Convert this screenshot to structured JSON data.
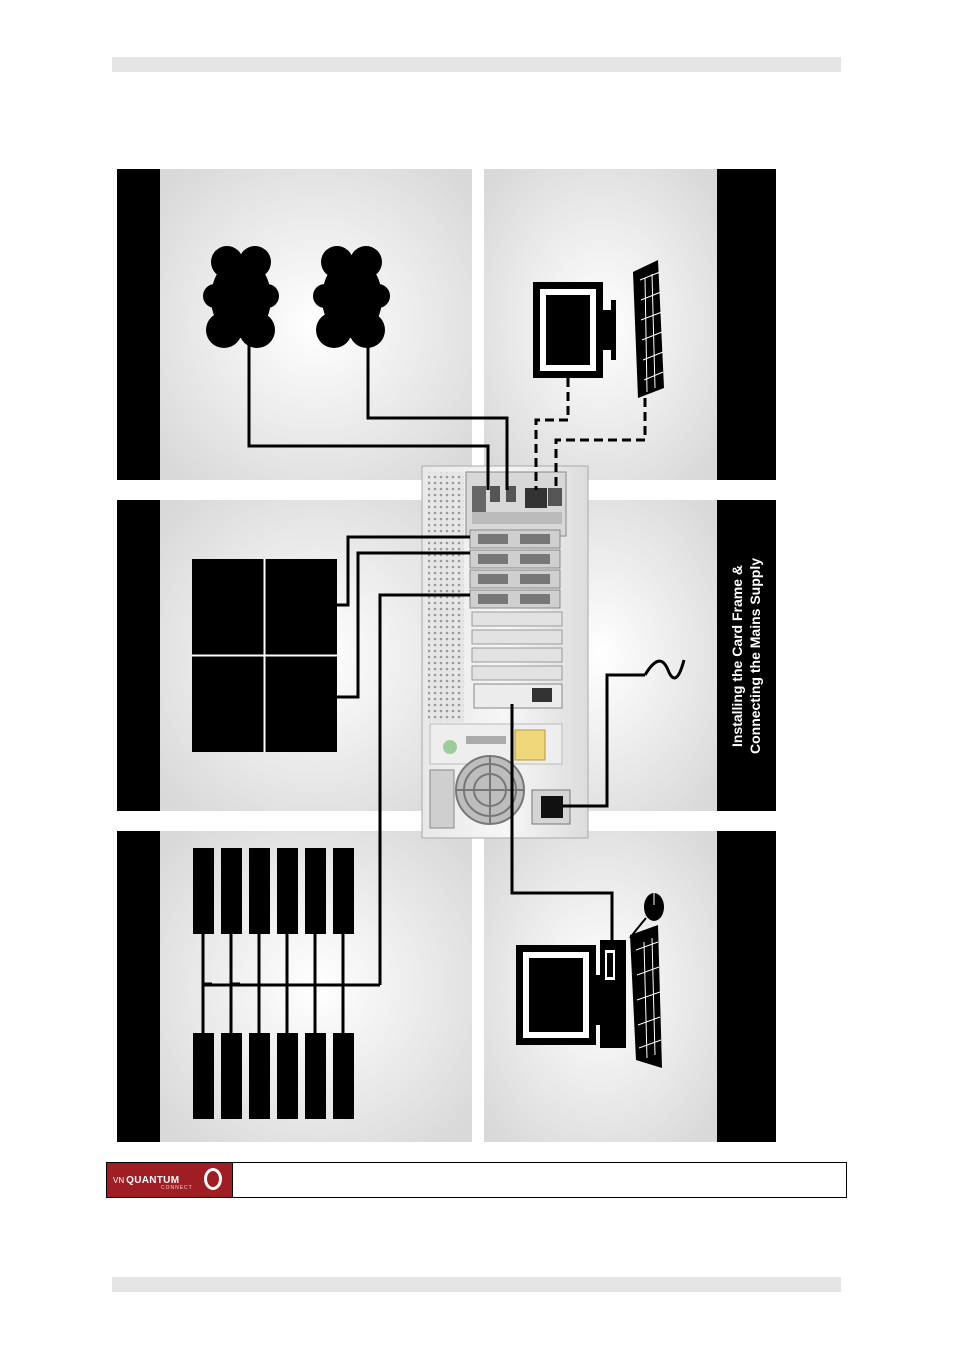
{
  "page": {
    "title_line1": "Installing the Card Frame &",
    "title_line2": "Connecting the Mains Supply"
  },
  "footer": {
    "logo": {
      "vn": "VN",
      "quantum": "QUANTUM",
      "connect": "CONNECT"
    }
  },
  "colors": {
    "panel_black": "#000000",
    "panel_gray": "#e6e6e6",
    "logo_red": "#a01e23"
  }
}
